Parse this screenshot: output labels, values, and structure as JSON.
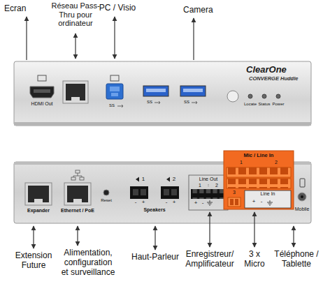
{
  "diagram": {
    "labels": [
      "Ecran",
      "Réseau Pass-Thru pour ordinateur",
      "PC / Visio",
      "Camera",
      "HDMI Out",
      "SS",
      "SS",
      "SS",
      "ClearOne",
      "CONVERGE Huddle",
      "Locate",
      "Status",
      "Power",
      "Expander",
      "Ethernet / PoE",
      "Reset",
      "1",
      "2",
      "-",
      "+",
      "-",
      "+",
      "Speakers",
      "Line Out",
      "1",
      "2",
      "+",
      "-",
      "Mic / Line In",
      "1",
      "2",
      "3",
      "Line In",
      "+",
      "-",
      "Mobile",
      "Extension Future",
      "Alimentation, configuration et surveillance",
      "Haut-Parleur",
      "Enregistreur/ Amplificateur",
      "3 x Micro",
      "Téléphone / Tablette"
    ]
  }
}
